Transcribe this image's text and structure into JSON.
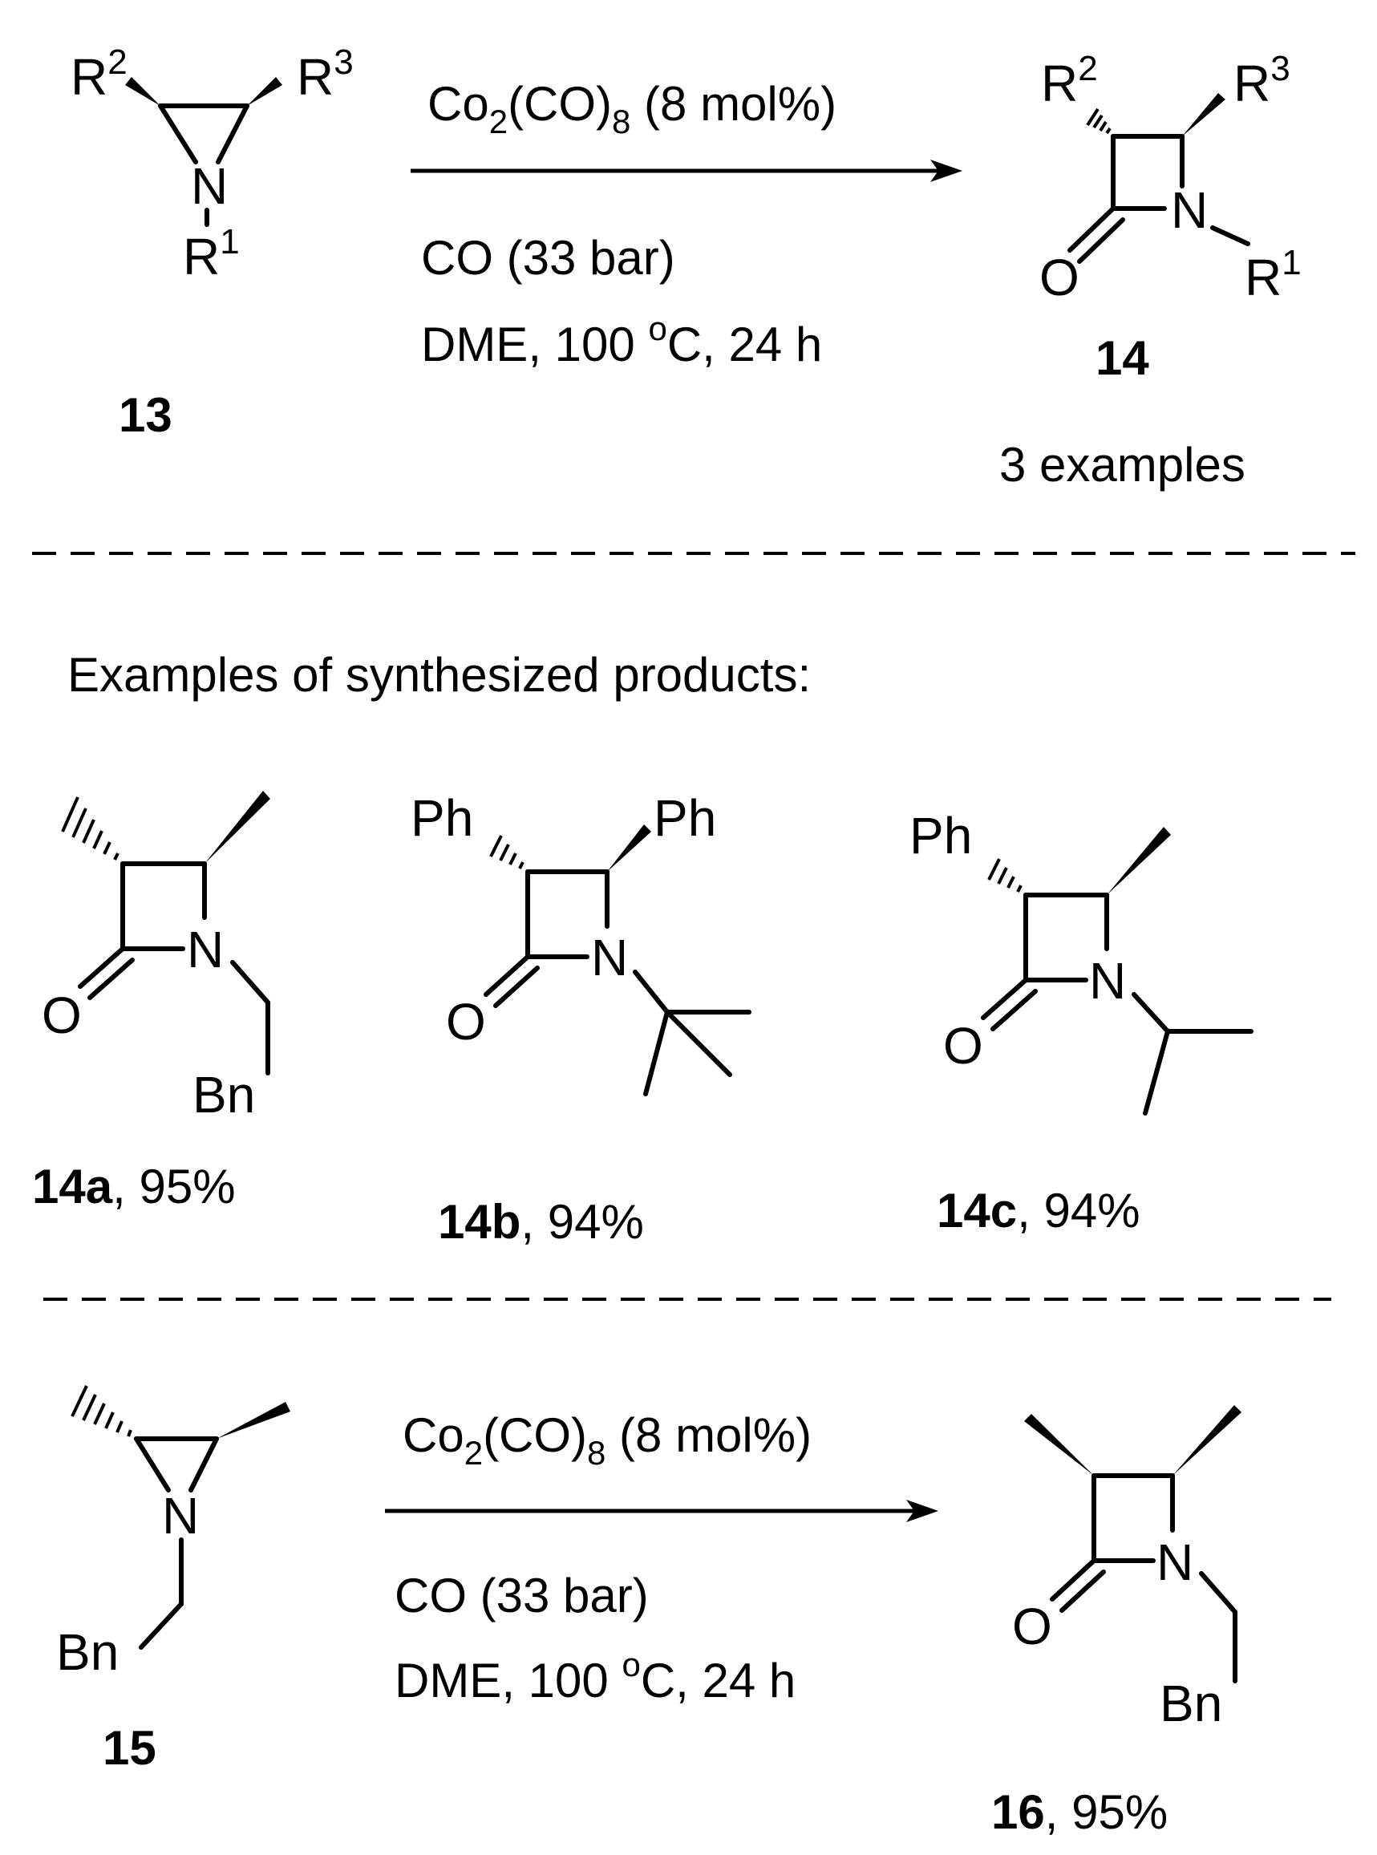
{
  "reaction1": {
    "catalyst_base": "Co",
    "catalyst_sub1": "2",
    "catalyst_mid": "(CO)",
    "catalyst_sub2": "8",
    "catalyst_tail": " (8 mol%)",
    "pressure": "CO (33 bar)",
    "cond_pre": "DME, 100 ",
    "cond_sup": "o",
    "cond_post": "C, 24 h",
    "reactant_label": "13",
    "product_label": "14",
    "scope_note": "3 examples"
  },
  "atoms": {
    "R": "R",
    "sup1": "1",
    "sup2": "2",
    "sup3": "3",
    "N": "N",
    "O": "O",
    "Ph": "Ph",
    "Bn": "Bn"
  },
  "examples_heading": "Examples of synthesized products:",
  "examples": [
    {
      "id": "14a",
      "yield": ", 95%"
    },
    {
      "id": "14b",
      "yield": ", 94%"
    },
    {
      "id": "14c",
      "yield": ", 94%"
    }
  ],
  "reaction2": {
    "catalyst_base": "Co",
    "catalyst_sub1": "2",
    "catalyst_mid": "(CO)",
    "catalyst_sub2": "8",
    "catalyst_tail": " (8 mol%)",
    "pressure": "CO (33 bar)",
    "cond_pre": "DME, 100 ",
    "cond_sup": "o",
    "cond_post": "C, 24 h",
    "reactant_label": "15",
    "product_label": "16",
    "product_yield": ", 95%"
  }
}
